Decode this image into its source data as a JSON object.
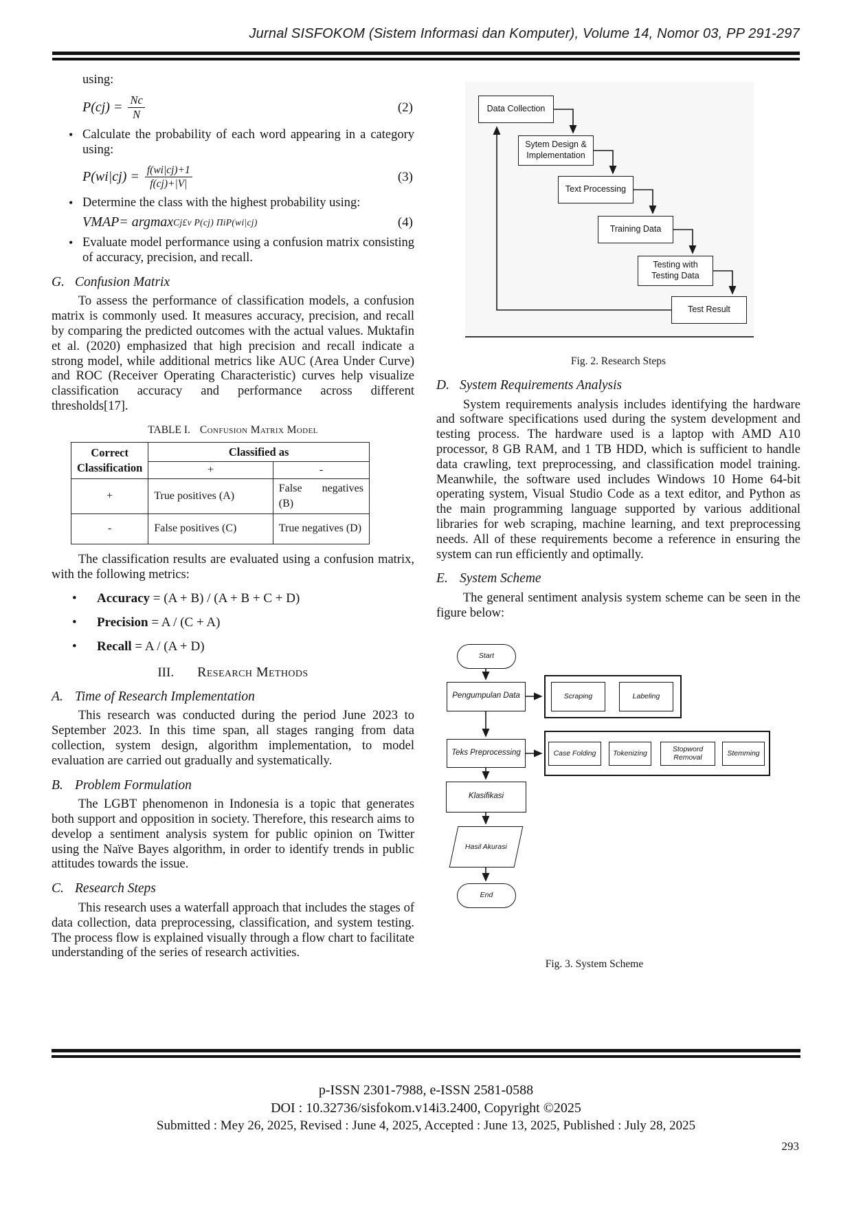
{
  "header": {
    "journal_line": "Jurnal SISFOKOM (Sistem Informasi dan Komputer), Volume 14, Nomor 03, PP 291-297"
  },
  "left": {
    "using_label": "using:",
    "eq2": {
      "lhs": "P(cj) =",
      "num": "Nc",
      "den": "N",
      "no": "(2)"
    },
    "bullet_calc": "Calculate the probability of each word appearing in a category using:",
    "eq3": {
      "lhs": "P(wi|cj) =",
      "num": "f(wi|cj)+1",
      "den": "f(cj)+|V|",
      "no": "(3)"
    },
    "bullet_determine": "Determine the class with the highest probability using:",
    "eq4": {
      "main": "VMAP= argmax",
      "sub": "Cj£v P(cj) ΠiP(wi|cj)",
      "no": "(4)"
    },
    "bullet_evaluate": "Evaluate model performance using a confusion matrix consisting of accuracy, precision, and recall.",
    "section_g": {
      "label": "G.",
      "title": "Confusion Matrix",
      "body": "To assess the performance of classification models, a confusion matrix is commonly used. It measures accuracy, precision, and recall by comparing the predicted outcomes with the actual values. Muktafin et al. (2020) emphasized that high precision and recall indicate a strong model, while additional metrics like AUC (Area Under Curve) and ROC (Receiver Operating Characteristic) curves help visualize classification accuracy and performance across different thresholds[17]."
    },
    "table": {
      "caption_prefix": "TABLE I.",
      "caption": "Confusion Matrix Model",
      "corner_header": "Correct Classification",
      "span_header": "Classified as",
      "col_plus": "+",
      "col_minus": "-",
      "rows": [
        {
          "label": "+",
          "plus": "True positives (A)",
          "minus": "False negatives (B)"
        },
        {
          "label": "-",
          "plus": "False positives (C)",
          "minus": "True negatives (D)"
        }
      ]
    },
    "after_table": "The classification results are evaluated using a confusion matrix, with the following metrics:",
    "metrics": [
      {
        "name": "Accuracy",
        "rest": " = (A + B) / (A + B + C + D)"
      },
      {
        "name": "Precision",
        "rest": " = A / (C + A)"
      },
      {
        "name": "Recall",
        "rest": " = A / (A + D)"
      }
    ],
    "section_iii": {
      "numeral": "III.",
      "title": "Research Methods"
    },
    "section_a": {
      "label": "A.",
      "title": "Time of Research Implementation",
      "body": "This research was conducted during the period June 2023 to September 2023. In this time span, all stages ranging from data collection, system design, algorithm implementation, to model evaluation are carried out gradually and systematically."
    },
    "section_b": {
      "label": "B.",
      "title": "Problem Formulation",
      "body": "The LGBT phenomenon in Indonesia is a topic that generates both support and opposition in society. Therefore, this research aims to develop a sentiment analysis system for public opinion on Twitter using the Naïve Bayes algorithm, in order to identify trends in public attitudes towards the issue."
    },
    "section_c": {
      "label": "C.",
      "title": "Research Steps",
      "body": "This research uses a waterfall approach that includes the stages of data collection, data preprocessing, classification, and system testing. The process flow is explained visually through a flow chart to facilitate understanding of the series of research activities."
    }
  },
  "right": {
    "fig2": {
      "boxes": [
        "Data Collection",
        "Sytem Design & Implementation",
        "Text Processing",
        "Training Data",
        "Testing with Testing Data",
        "Test Result"
      ],
      "caption": "Fig.  2. Research Steps"
    },
    "section_d": {
      "label": "D.",
      "title": "System Requirements Analysis",
      "body": "System requirements analysis includes identifying the hardware and software specifications used during the system development and testing process. The hardware used is a laptop with AMD A10 processor, 8 GB RAM, and 1 TB HDD, which is sufficient to handle data crawling, text preprocessing, and classification model training. Meanwhile, the software used includes Windows 10 Home 64-bit operating system, Visual Studio Code as a text editor, and Python as the main programming language supported by various additional libraries for web scraping, machine learning, and text preprocessing needs. All of these requirements become a reference in ensuring the system can run efficiently and optimally."
    },
    "section_e": {
      "label": "E.",
      "title": "System Scheme",
      "body": "The general sentiment analysis system scheme can be seen in the figure below:"
    },
    "fig3": {
      "start": "Start",
      "collect": "Pengumpulan Data",
      "scraping": "Scraping",
      "labeling": "Labeling",
      "preprocess": "Teks Preprocessing",
      "steps": [
        "Case Folding",
        "Tokenizing",
        "Stopword Removal",
        "Stemming"
      ],
      "classify": "Klasifikasi",
      "result": "Hasil Akurasi",
      "end": "End",
      "caption": "Fig.  3. System Scheme"
    }
  },
  "footer": {
    "issn": "p-ISSN 2301-7988, e-ISSN 2581-0588",
    "doi": "DOI : 10.32736/sisfokom.v14i3.2400, Copyright ©2025",
    "dates": "Submitted : Mey 26, 2025, Revised : June 4, 2025, Accepted : June 13, 2025, Published : July 28, 2025",
    "page_number": "293"
  }
}
